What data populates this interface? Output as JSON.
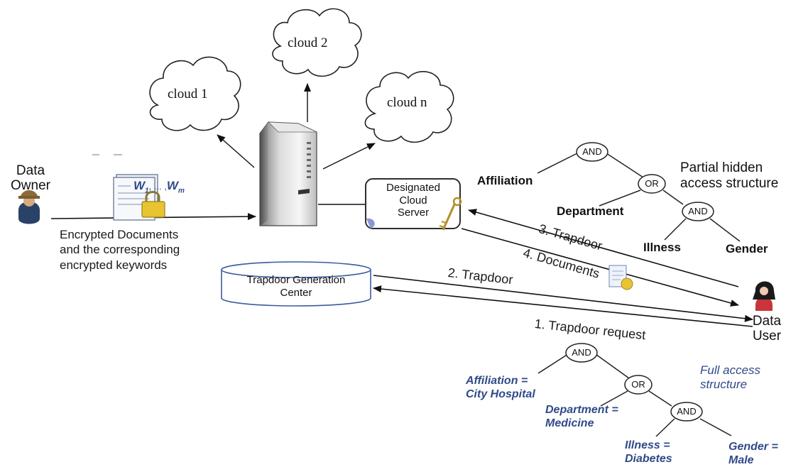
{
  "clouds": {
    "cloud1": "cloud 1",
    "cloud2": "cloud 2",
    "cloudn": "cloud n"
  },
  "owner": {
    "label_line1": "Data",
    "label_line2": "Owner"
  },
  "user": {
    "label_line1": "Data",
    "label_line2": "User"
  },
  "keywords": {
    "w1": "W",
    "w1_sub": "1",
    "dots": ", ... ,",
    "wm": "W",
    "wm_sub": "m"
  },
  "upload_caption": {
    "line1": "Encrypted Documents",
    "line2": "and the corresponding",
    "line3": "encrypted keywords"
  },
  "server": {
    "line1": "Designated",
    "line2": "Cloud",
    "line3": "Server"
  },
  "tgc": {
    "line1": "Trapdoor Generation",
    "line2": "Center"
  },
  "arrows": {
    "a1": "1. Trapdoor request",
    "a2": "2. Trapdoor",
    "a3": "3. Trapdoor",
    "a4": "4. Documents"
  },
  "partial_tree": {
    "title_line1": "Partial hidden",
    "title_line2": "access structure",
    "root": "AND",
    "or": "OR",
    "and2": "AND",
    "affiliation": "Affiliation",
    "department": "Department",
    "illness": "Illness",
    "gender": "Gender"
  },
  "full_tree": {
    "title_line1": "Full access",
    "title_line2": "structure",
    "root": "AND",
    "or": "OR",
    "and2": "AND",
    "affiliation_line1": "Affiliation =",
    "affiliation_line2": "City Hospital",
    "department_line1": "Department =",
    "department_line2": "Medicine",
    "illness_line1": "Illness =",
    "illness_line2": "Diabetes",
    "gender_line1": "Gender =",
    "gender_line2": "Male"
  },
  "colors": {
    "keyword_blue": "#2f4a88",
    "node_outline": "#222222",
    "server_border": "#2e2e2e",
    "tgc_border": "#3b5b9e",
    "lock": "#e8c431"
  }
}
